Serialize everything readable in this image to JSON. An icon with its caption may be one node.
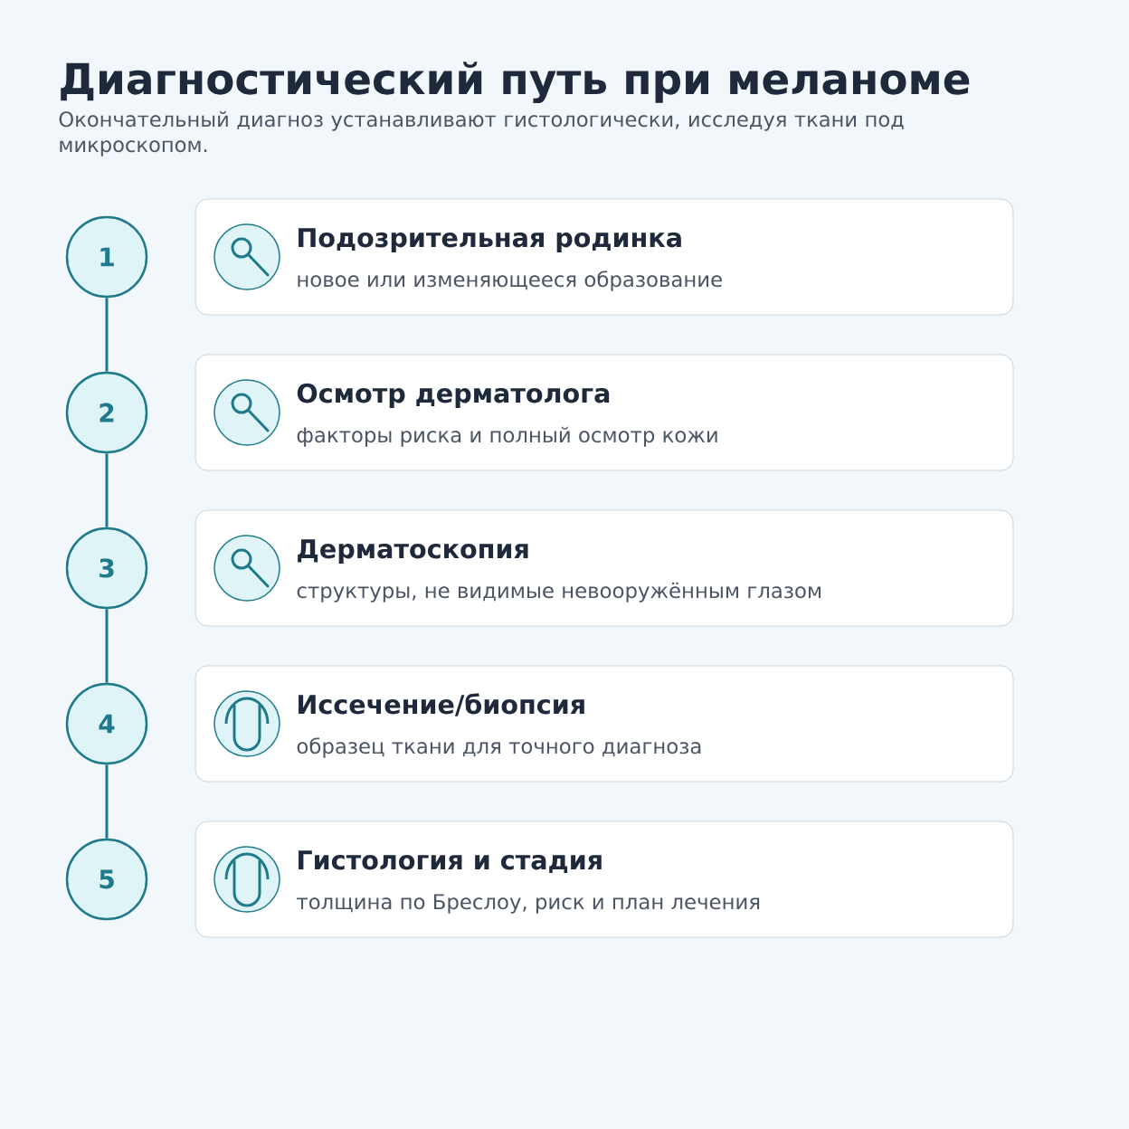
{
  "diagram": {
    "title": "Диагностический путь при меланоме",
    "caption": "Окончательный диагноз устанавливают гистологически, исследуя ткани под микроскопом.",
    "nodes": [
      {
        "text": [
          "1"
        ]
      },
      {
        "text": [
          "Подозрительная родинка",
          "новое или изменяющееся образование"
        ]
      },
      {
        "text": [
          "2"
        ]
      },
      {
        "text": [
          "Осмотр дерматолога",
          "факторы риска и полный осмотр кожи"
        ]
      },
      {
        "text": [
          "3"
        ]
      },
      {
        "text": [
          "Дерматоскопия",
          "структуры, не видимые невооружённым глазом"
        ]
      },
      {
        "text": [
          "4"
        ]
      },
      {
        "text": [
          "Иссечение/биопсия",
          "образец ткани для точного диагноза"
        ]
      },
      {
        "text": [
          "5"
        ]
      },
      {
        "text": [
          "Гистология и стадия",
          "толщина по Бреслоу, риск и план лечения"
        ]
      }
    ],
    "edges": [
      {
        "from": 0,
        "to": 2,
        "arrow": "none"
      },
      {
        "from": 2,
        "to": 4,
        "arrow": "none"
      },
      {
        "from": 4,
        "to": 6,
        "arrow": "none"
      },
      {
        "from": 6,
        "to": 8,
        "arrow": "none"
      }
    ]
  }
}
